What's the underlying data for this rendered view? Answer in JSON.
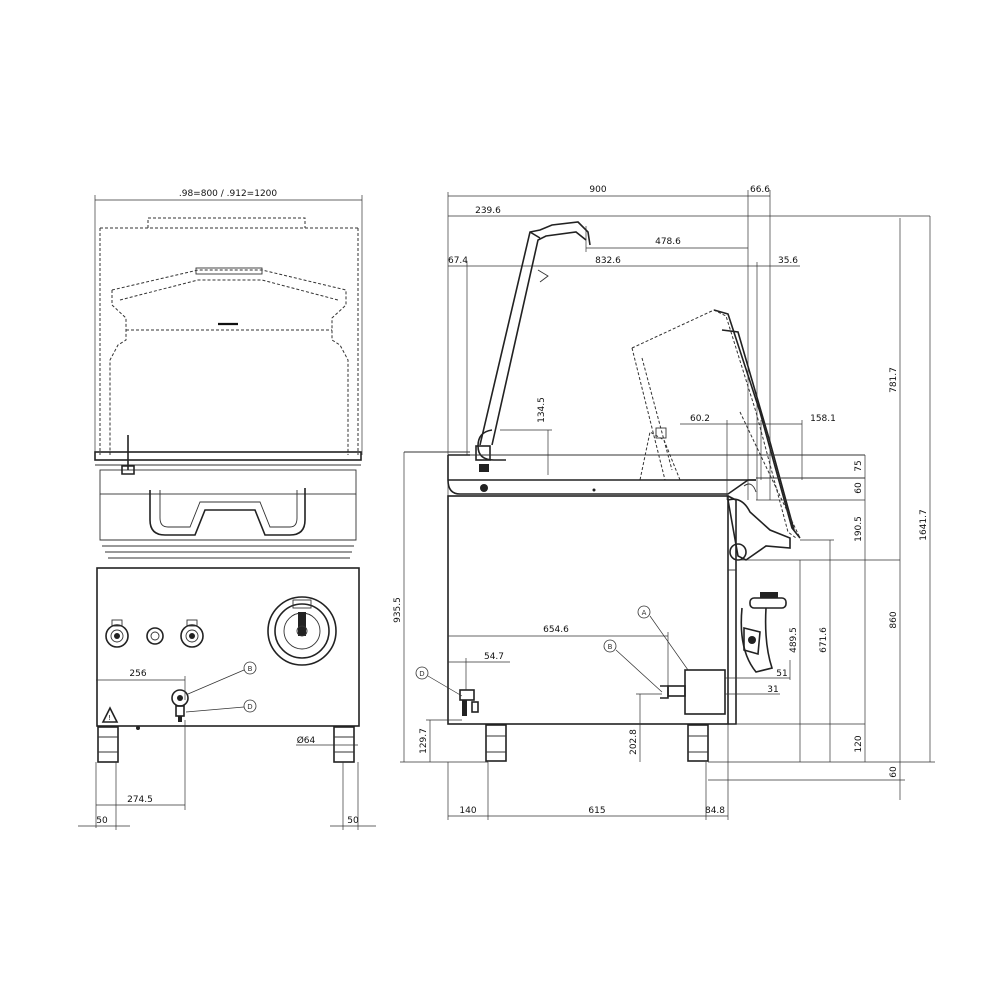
{
  "front_view": {
    "top_label": ".98=800  /  .912=1200",
    "dims": {
      "d256": "256",
      "d274_5": "274.5",
      "d50_left": "50",
      "d50_right": "50",
      "d64": "Ø64"
    },
    "markers": {
      "b": "B",
      "d": "D"
    }
  },
  "side_view": {
    "dims": {
      "d900": "900",
      "d66_6": "66.6",
      "d239_6": "239.6",
      "d478_6": "478.6",
      "d67_4": "67.4",
      "d832_6": "832.6",
      "d35_6": "35.6",
      "d134_5": "134.5",
      "d60_2": "60.2",
      "d158_1": "158.1",
      "d75": "75",
      "d60_a": "60",
      "d190_5": "190.5",
      "d781_7": "781.7",
      "d1641_7": "1641.7",
      "d935_5": "935.5",
      "d654_6": "654.6",
      "d54_7": "54.7",
      "d860": "860",
      "d671_6": "671.6",
      "d489_5": "489.5",
      "d51": "51",
      "d31": "31",
      "d202_8": "202.8",
      "d129_7": "129.7",
      "d120": "120",
      "d60_b": "60",
      "d140": "140",
      "d615": "615",
      "d84_8": "84.8"
    },
    "markers": {
      "a": "A",
      "b": "B",
      "d": "D"
    }
  },
  "icons": {
    "warning": "warning-triangle-icon"
  }
}
